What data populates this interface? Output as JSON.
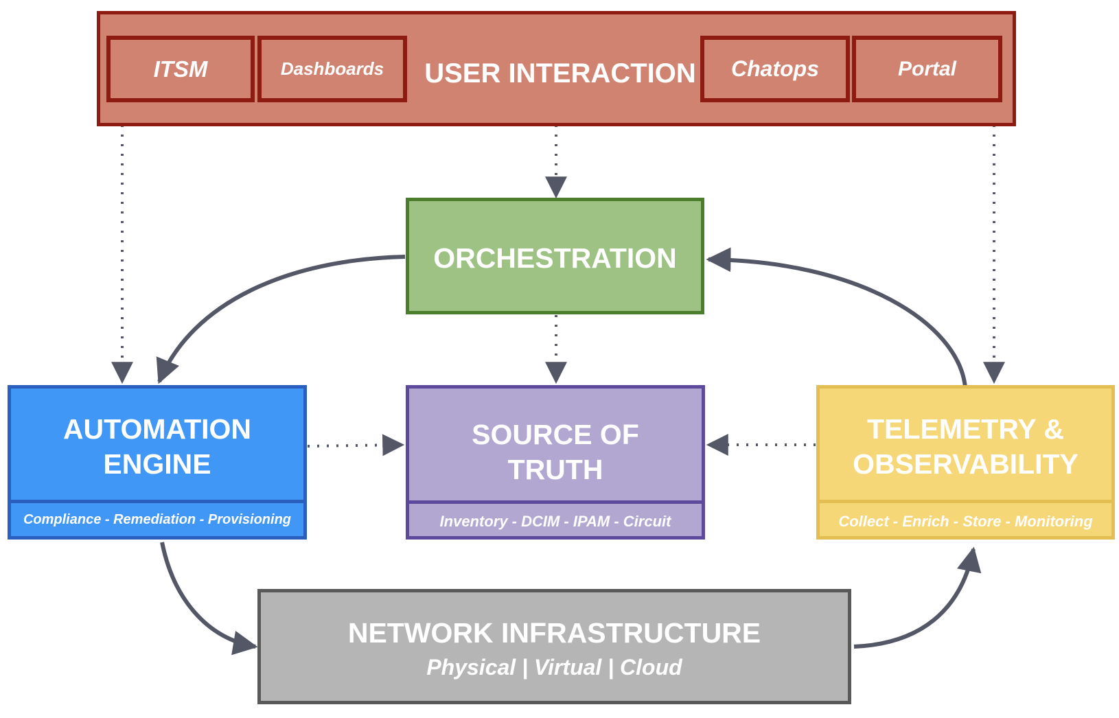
{
  "user_interaction": {
    "title": "USER INTERACTION",
    "items": [
      "ITSM",
      "Dashboards",
      "Chatops",
      "Portal"
    ]
  },
  "orchestration": {
    "title": "ORCHESTRATION"
  },
  "automation": {
    "title_line1": "AUTOMATION",
    "title_line2": "ENGINE",
    "subtitle": "Compliance - Remediation - Provisioning"
  },
  "source_of_truth": {
    "title_line1": "SOURCE OF",
    "title_line2": "TRUTH",
    "subtitle": "Inventory - DCIM - IPAM - Circuit"
  },
  "telemetry": {
    "title_line1": "TELEMETRY &",
    "title_line2": "OBSERVABILITY",
    "subtitle": "Collect - Enrich - Store - Monitoring"
  },
  "network": {
    "title": "NETWORK INFRASTRUCTURE",
    "subtitle": "Physical | Virtual | Cloud"
  },
  "colors": {
    "user_interaction_fill": "#d08370",
    "user_interaction_border": "#8e1b12",
    "orchestration_fill": "#9dc284",
    "orchestration_border": "#4b7d2d",
    "automation_fill": "#4197f6",
    "automation_border": "#2a5fbf",
    "source_of_truth_fill": "#b2a7d1",
    "source_of_truth_border": "#5e4a9c",
    "telemetry_fill": "#f6d777",
    "telemetry_border": "#e3be52",
    "network_fill": "#b5b5b5",
    "network_border": "#595959",
    "connector": "#545766"
  }
}
